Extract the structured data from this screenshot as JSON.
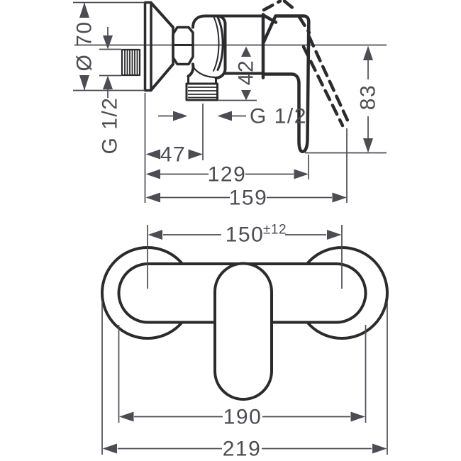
{
  "drawing": {
    "side_view": {
      "escutcheon_diameter": "Ø 70",
      "inlet_thread": "G 1/2",
      "outlet_thread": "G 1/2",
      "outlet_drop": "42",
      "handle_height": "83",
      "outlet_depth": "47",
      "body_depth": "129",
      "total_depth": "159"
    },
    "front_view": {
      "connection_centers": "150",
      "connection_tolerance": "±12",
      "body_width": "190",
      "total_width": "219"
    }
  },
  "colors": {
    "outline": "#2b2b2e",
    "dimension": "#4c4c54",
    "background": "#ffffff"
  }
}
